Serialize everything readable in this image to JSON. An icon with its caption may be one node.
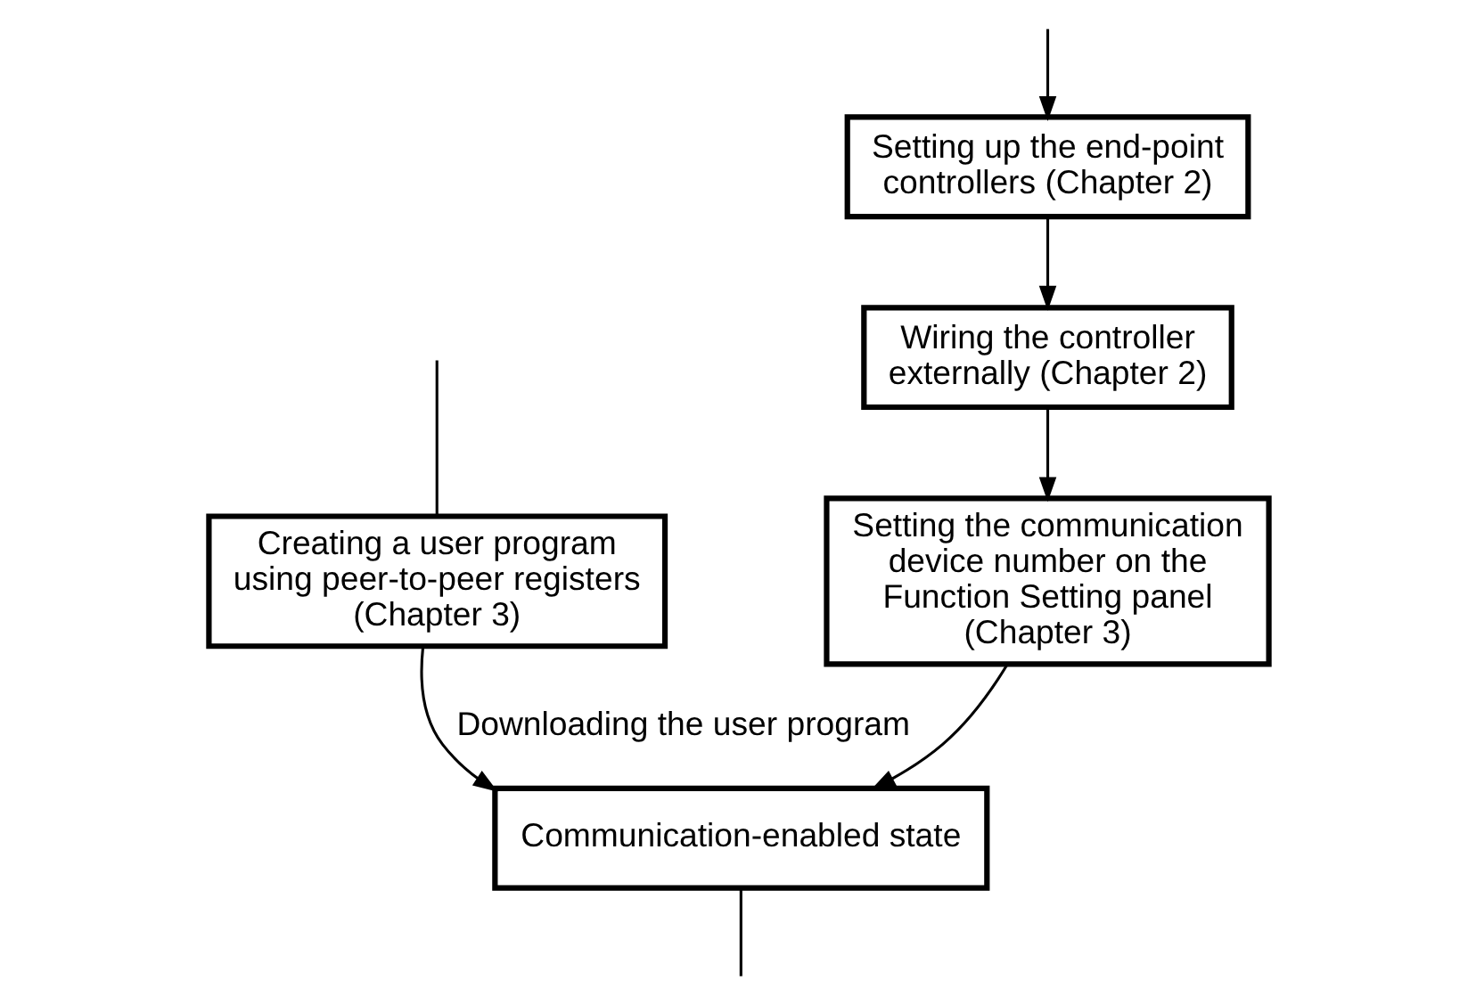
{
  "diagram": {
    "nodes": [
      {
        "text": [
          "Setting up the end-point controllers (Chapter 2)"
        ]
      },
      {
        "text": [
          "Wiring the controller externally (Chapter 2)"
        ]
      },
      {
        "text": [
          "Setting the communication device number on the Function Setting panel (Chapter 3)"
        ]
      },
      {
        "text": [
          "Creating a user program using peer-to-peer registers (Chapter 3)"
        ]
      },
      {
        "text": [
          "Communication-enabled state"
        ]
      }
    ],
    "edges": [
      {
        "from": null,
        "to": 0,
        "arrow": "to"
      },
      {
        "from": 0,
        "to": 1,
        "arrow": "to"
      },
      {
        "from": 1,
        "to": 2,
        "arrow": "to"
      },
      {
        "from": 2,
        "to": 4,
        "arrow": "to"
      },
      {
        "from": null,
        "to": 3,
        "arrow": "none"
      },
      {
        "from": 3,
        "to": 4,
        "arrow": "to",
        "label": "Downloading the user program"
      },
      {
        "from": 4,
        "to": null,
        "arrow": "none"
      }
    ]
  }
}
